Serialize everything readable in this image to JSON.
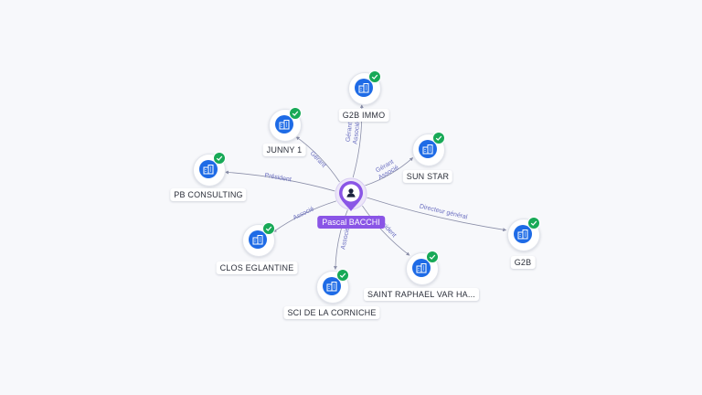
{
  "center": {
    "name": "Pascal BACCHI",
    "icon": "person-icon"
  },
  "nodes": [
    {
      "id": "g2b-immo",
      "label": "G2B IMMO",
      "icon": "building-icon",
      "status": "verified-check-icon"
    },
    {
      "id": "junny-1",
      "label": "JUNNY 1",
      "icon": "building-icon",
      "status": "verified-check-icon"
    },
    {
      "id": "sun-star",
      "label": "SUN STAR",
      "icon": "building-icon",
      "status": "verified-check-icon"
    },
    {
      "id": "pb-consulting",
      "label": "PB CONSULTING",
      "icon": "building-icon",
      "status": "verified-check-icon"
    },
    {
      "id": "g2b",
      "label": "G2B",
      "icon": "building-icon",
      "status": "verified-check-icon"
    },
    {
      "id": "clos-eglantine",
      "label": "CLOS EGLANTINE",
      "icon": "building-icon",
      "status": "verified-check-icon"
    },
    {
      "id": "saint-raphael",
      "label": "SAINT RAPHAEL VAR HA...",
      "icon": "building-icon",
      "status": "verified-check-icon"
    },
    {
      "id": "sci-corniche",
      "label": "SCI DE LA CORNICHE",
      "icon": "building-icon",
      "status": "verified-check-icon"
    }
  ],
  "edges": [
    {
      "to": "g2b-immo",
      "roles": [
        "Gérant",
        "Associé"
      ]
    },
    {
      "to": "junny-1",
      "roles": [
        "Gérant"
      ]
    },
    {
      "to": "sun-star",
      "roles": [
        "Gérant",
        "Associé"
      ]
    },
    {
      "to": "pb-consulting",
      "roles": [
        "Président"
      ]
    },
    {
      "to": "g2b",
      "roles": [
        "Directeur général"
      ]
    },
    {
      "to": "clos-eglantine",
      "roles": [
        "Associé"
      ]
    },
    {
      "to": "saint-raphael",
      "roles": [
        "Président"
      ]
    },
    {
      "to": "sci-corniche",
      "roles": [
        "Associé"
      ]
    }
  ],
  "colors": {
    "center_accent": "#8a55e6",
    "node_icon": "#1e6be6",
    "verified": "#18a957",
    "edge": "#8a8ea8",
    "edge_label": "#6a6ec0"
  }
}
